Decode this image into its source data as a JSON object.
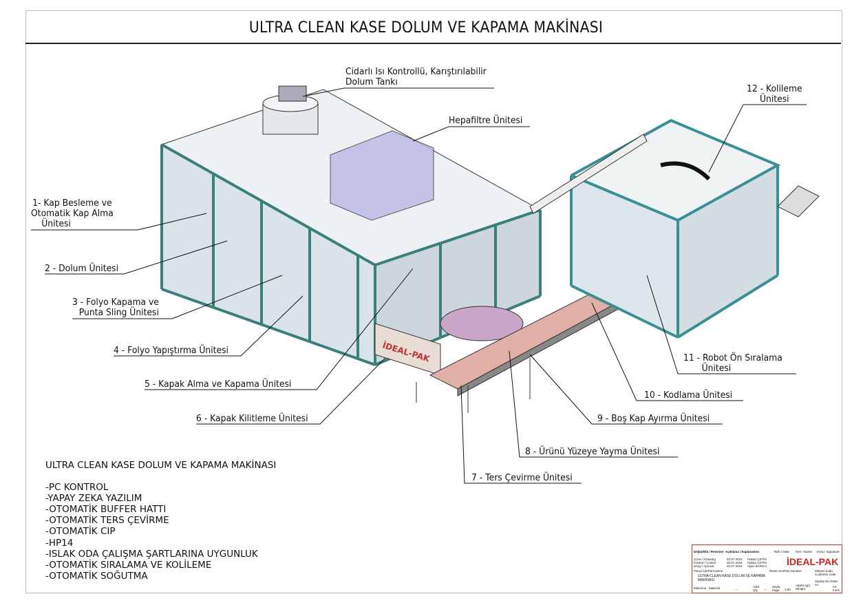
{
  "title": "ULTRA CLEAN KASE DOLUM VE KAPAMA MAKİNASI",
  "callouts": {
    "tank": [
      "Cidarlı Isı Kontrollü, Karıştırılabilir",
      "Dolum Tankı"
    ],
    "hepa": "Hepafiltre Ünitesi",
    "u1": [
      "1- Kap Besleme ve",
      "Otomatik Kap Alma",
      "Ünitesi"
    ],
    "u2": "2 - Dolum Ünitesi",
    "u3": [
      "3 - Folyo Kapama ve",
      "Punta Sling Ünitesi"
    ],
    "u4": "4 - Folyo Yapıştırma Ünitesi",
    "u5": "5 - Kapak Alma ve Kapama Ünitesi",
    "u6": "6 - Kapak Kilitleme Ünitesi",
    "u7": "7 - Ters Çevirme Ünitesi",
    "u8": "8 - Ürünü Yüzeye Yayma Ünitesi",
    "u9": "9 - Boş Kap Ayırma Ünitesi",
    "u10": "10 - Kodlama Ünitesi",
    "u11": [
      "11 - Robot Ön Sıralama",
      "Ünitesi"
    ],
    "u12": [
      "12 - Kolileme",
      "Ünitesi"
    ]
  },
  "machine_branding": "İDEAL-PAK",
  "notes": {
    "heading": "ULTRA CLEAN KASE DOLUM VE KAPAMA MAKİNASI",
    "items": [
      "-PC KONTROL",
      "-YAPAY ZEKA YAZILIM",
      "-OTOMATİK BUFFER HATTI",
      "-OTOMATİK TERS ÇEVİRME",
      "-OTOMATİK CIP",
      "-HP14",
      "-ISLAK ODA ÇALIŞMA ŞARTLARINA UYGUNLUK",
      "-OTOMATİK SIRALAMA VE KOLİLEME",
      "-OTOMATİK SOĞUTMA"
    ]
  },
  "title_block": {
    "revision": "Değişiklik / Revision",
    "explanation": "Açıklama / Explanation",
    "date_h": "Tarih / Date",
    "name_h": "İsim / Name",
    "sign_h": "İmza / Signature",
    "rows": [
      {
        "role": "Çizen / Drawing",
        "date": "02.07.2018",
        "name": "Hakan ÇETİN"
      },
      {
        "role": "Kontrol / Control",
        "date": "02.07.2018",
        "name": "Hakan ÇETİN"
      },
      {
        "role": "Onay / Aproval",
        "date": "02.07.2018",
        "name": "Alper BARICA"
      }
    ],
    "part_name_label": "Parça Adı/Part Name",
    "part_name": "ULTRA CLEAN KASE DOLUM VE KAPAMA MAKİNASI",
    "drawing_no_label": "Resim No/Part Number:",
    "customer_label": "Müşteri kodu Customer code",
    "order_label": "Sipariş No Order no",
    "material_label": "Malzeme : Material",
    "material": "---",
    "qty_label": "Adet Qty",
    "qty": "---",
    "page_label": "Sayfa Page",
    "scale": "1:00",
    "weight_label": "Ağırlık (gr) Weight",
    "format": "A4 Form",
    "logo": "İDEAL-PAK"
  }
}
